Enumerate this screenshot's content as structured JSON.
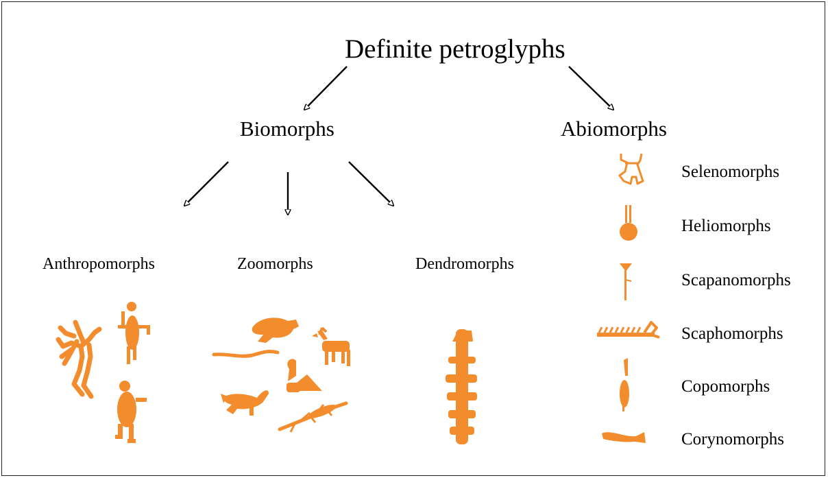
{
  "diagram": {
    "root": "Definite petroglyphs",
    "branches": [
      "Biomorphs",
      "Abiomorphs"
    ],
    "biomorph_groups": [
      "Anthropomorphs",
      "Zoomorphs",
      "Dendromorphs"
    ],
    "abiomorph_groups": [
      "Selenomorphs",
      "Heliomorphs",
      "Scapanomorphs",
      "Scaphomorphs",
      "Copomorphs",
      "Corynomorphs"
    ],
    "glyph_color": "#F28C2C",
    "arrow_color": "#000000"
  }
}
